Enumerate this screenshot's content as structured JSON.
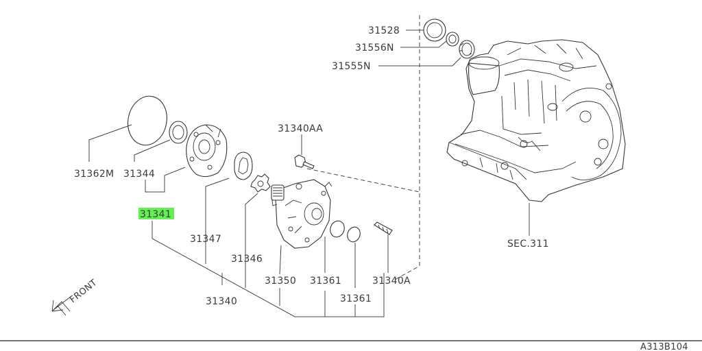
{
  "diagram_code": "A313B104",
  "front_label": "FRONT",
  "parts": {
    "p31528": "31528",
    "p31556N": "31556N",
    "p31555N": "31555N",
    "p31340AA": "31340AA",
    "p31362M": "31362M",
    "p31344": "31344",
    "p31341": "31341",
    "p31347": "31347",
    "p31346": "31346",
    "p31350": "31350",
    "p31361a": "31361",
    "p31361b": "31361",
    "p31340A": "31340A",
    "p31340": "31340",
    "sec311": "SEC.311"
  },
  "highlight_part": "31341",
  "colors": {
    "highlight": "#66ee55",
    "line": "#444444",
    "text": "#3a3a3a"
  }
}
